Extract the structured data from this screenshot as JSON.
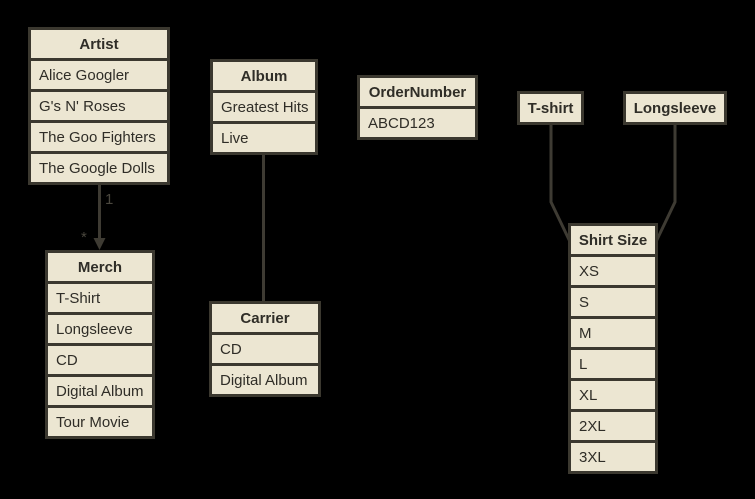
{
  "diagram": {
    "background_color": "#000000",
    "table_fill_color": "#ece6d2",
    "table_border_color": "#3b382f",
    "table_text_color": "#2f2d27",
    "connector_color": "#3e3b33"
  },
  "tables": [
    {
      "title": "Artist",
      "rows": [
        "Alice Googler",
        "G's N' Roses",
        "The Goo Fighters",
        "The Google Dolls"
      ]
    },
    {
      "title": "Merch",
      "rows": [
        "T-Shirt",
        "Longsleeve",
        "CD",
        "Digital Album",
        "Tour Movie"
      ]
    },
    {
      "title": "Album",
      "rows": [
        "Greatest Hits",
        "Live"
      ]
    },
    {
      "title": "Carrier",
      "rows": [
        "CD",
        "Digital Album"
      ]
    },
    {
      "title": "OrderNumber",
      "rows": [
        "ABCD123"
      ]
    },
    {
      "title": "T-shirt",
      "rows": []
    },
    {
      "title": "Longsleeve",
      "rows": []
    },
    {
      "title": "Shirt Size",
      "rows": [
        "XS",
        "S",
        "M",
        "L",
        "XL",
        "2XL",
        "3XL"
      ]
    }
  ],
  "connectors": [
    {
      "from": "Artist",
      "to": "Merch",
      "start_label": "1",
      "end_label": "*",
      "style": "arrow"
    },
    {
      "from": "Album",
      "to": "Carrier",
      "style": "line"
    },
    {
      "from": "T-shirt",
      "to": "Shirt Size",
      "style": "line"
    },
    {
      "from": "Longsleeve",
      "to": "Shirt Size",
      "style": "line"
    }
  ]
}
